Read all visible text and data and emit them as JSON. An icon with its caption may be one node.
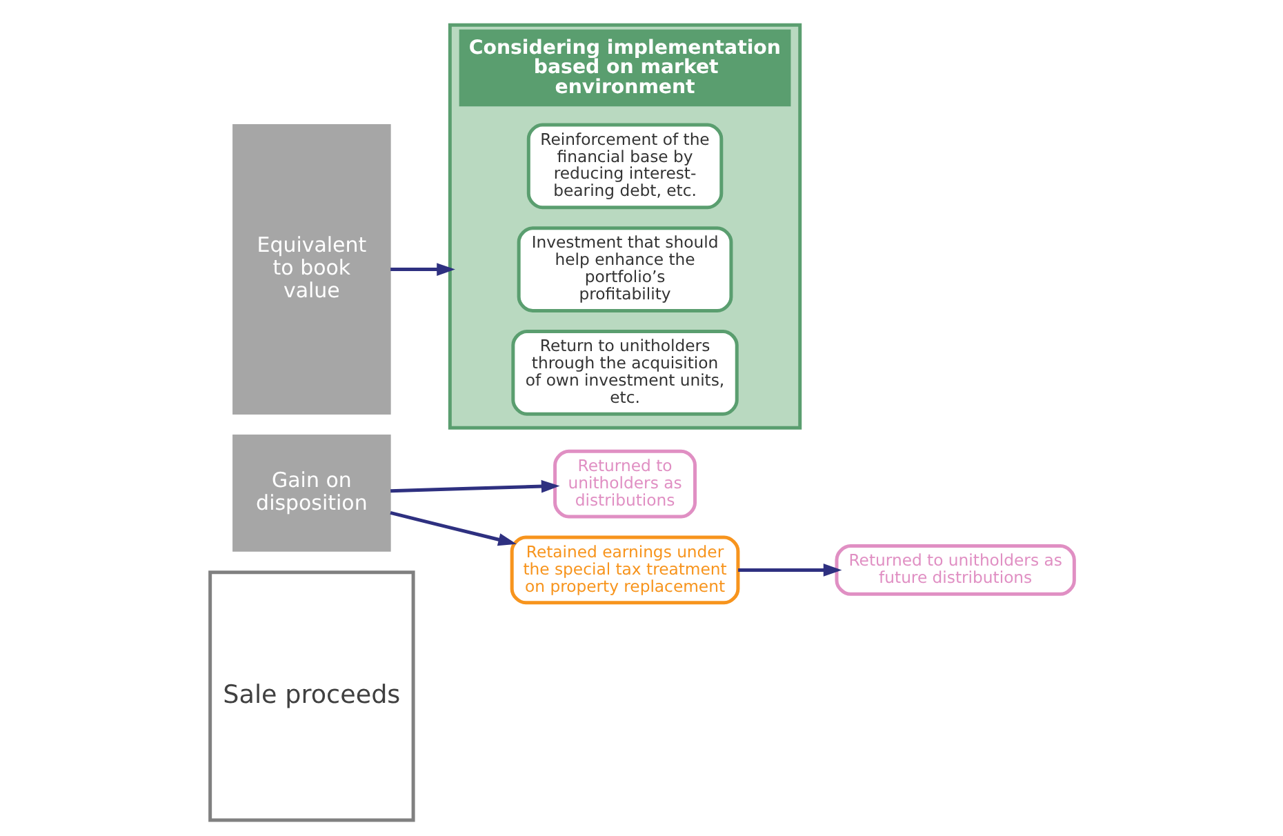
{
  "diagram": {
    "nodes": [
      {
        "text": [
          "Sale proceeds"
        ]
      },
      {
        "text": [
          "Gain on disposition"
        ]
      },
      {
        "text": [
          "Returned to unitholders as distributions"
        ]
      },
      {
        "text": [
          "Retained earnings under the special tax treatment on property replacement"
        ]
      },
      {
        "text": [
          "Returned to unitholders as future distributions"
        ]
      },
      {
        "text": [
          "Equivalent to book value"
        ]
      },
      {
        "text": [
          "Considering implementation based on market environment"
        ]
      },
      {
        "text": [
          "Reinforcement of the financial base by reducing interest-bearing debt, etc."
        ],
        "in": 6
      },
      {
        "text": [
          "Investment that should help enhance the portfolio’s profitability"
        ],
        "in": 6
      },
      {
        "text": [
          "Return to unitholders through the acquisition of own investment units, etc."
        ],
        "in": 6
      }
    ],
    "edges": [
      {
        "from": 1,
        "to": 2,
        "arrow": "to"
      },
      {
        "from": 1,
        "to": 3,
        "arrow": "to"
      },
      {
        "from": 3,
        "to": 4,
        "arrow": "to"
      },
      {
        "from": 5,
        "to": 6,
        "arrow": "to"
      }
    ]
  }
}
